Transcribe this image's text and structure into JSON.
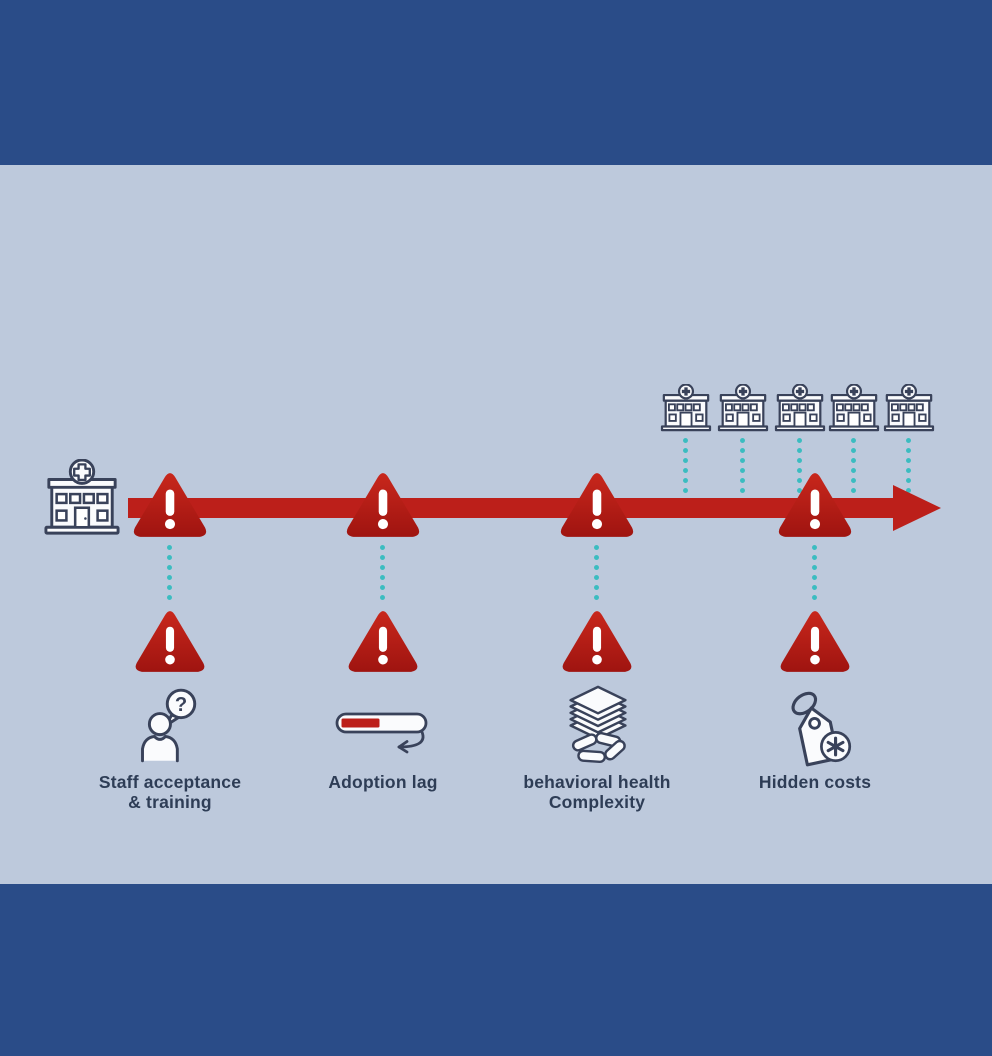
{
  "palette": {
    "frame_blue": "#2a4c88",
    "panel_blue": "#bdc9dc",
    "timeline_red": "#bc1f1a",
    "warning_red_top": "#c8271c",
    "warning_red_bottom": "#9f1410",
    "connector_teal": "#3bbcc0",
    "label_navy": "#2e3d56",
    "icon_outline": "#39425a",
    "icon_fill": "#fafbfd"
  },
  "timeline": {
    "direction": "left-to-right",
    "start_icon": "hospital-building",
    "top_hospital_icon_count": 5,
    "milestones": [
      {
        "id": "staff-acceptance",
        "line1": "Staff acceptance",
        "line2": "& training",
        "icon": "person-question-icon"
      },
      {
        "id": "adoption-lag",
        "line1": "Adoption lag",
        "line2": "",
        "icon": "progress-rewind-icon"
      },
      {
        "id": "behavioral-health",
        "line1": "behavioral health",
        "line2": "Complexity",
        "icon": "document-stack-icon"
      },
      {
        "id": "hidden-costs",
        "line1": "Hidden costs",
        "line2": "",
        "icon": "price-tag-icon"
      }
    ]
  }
}
